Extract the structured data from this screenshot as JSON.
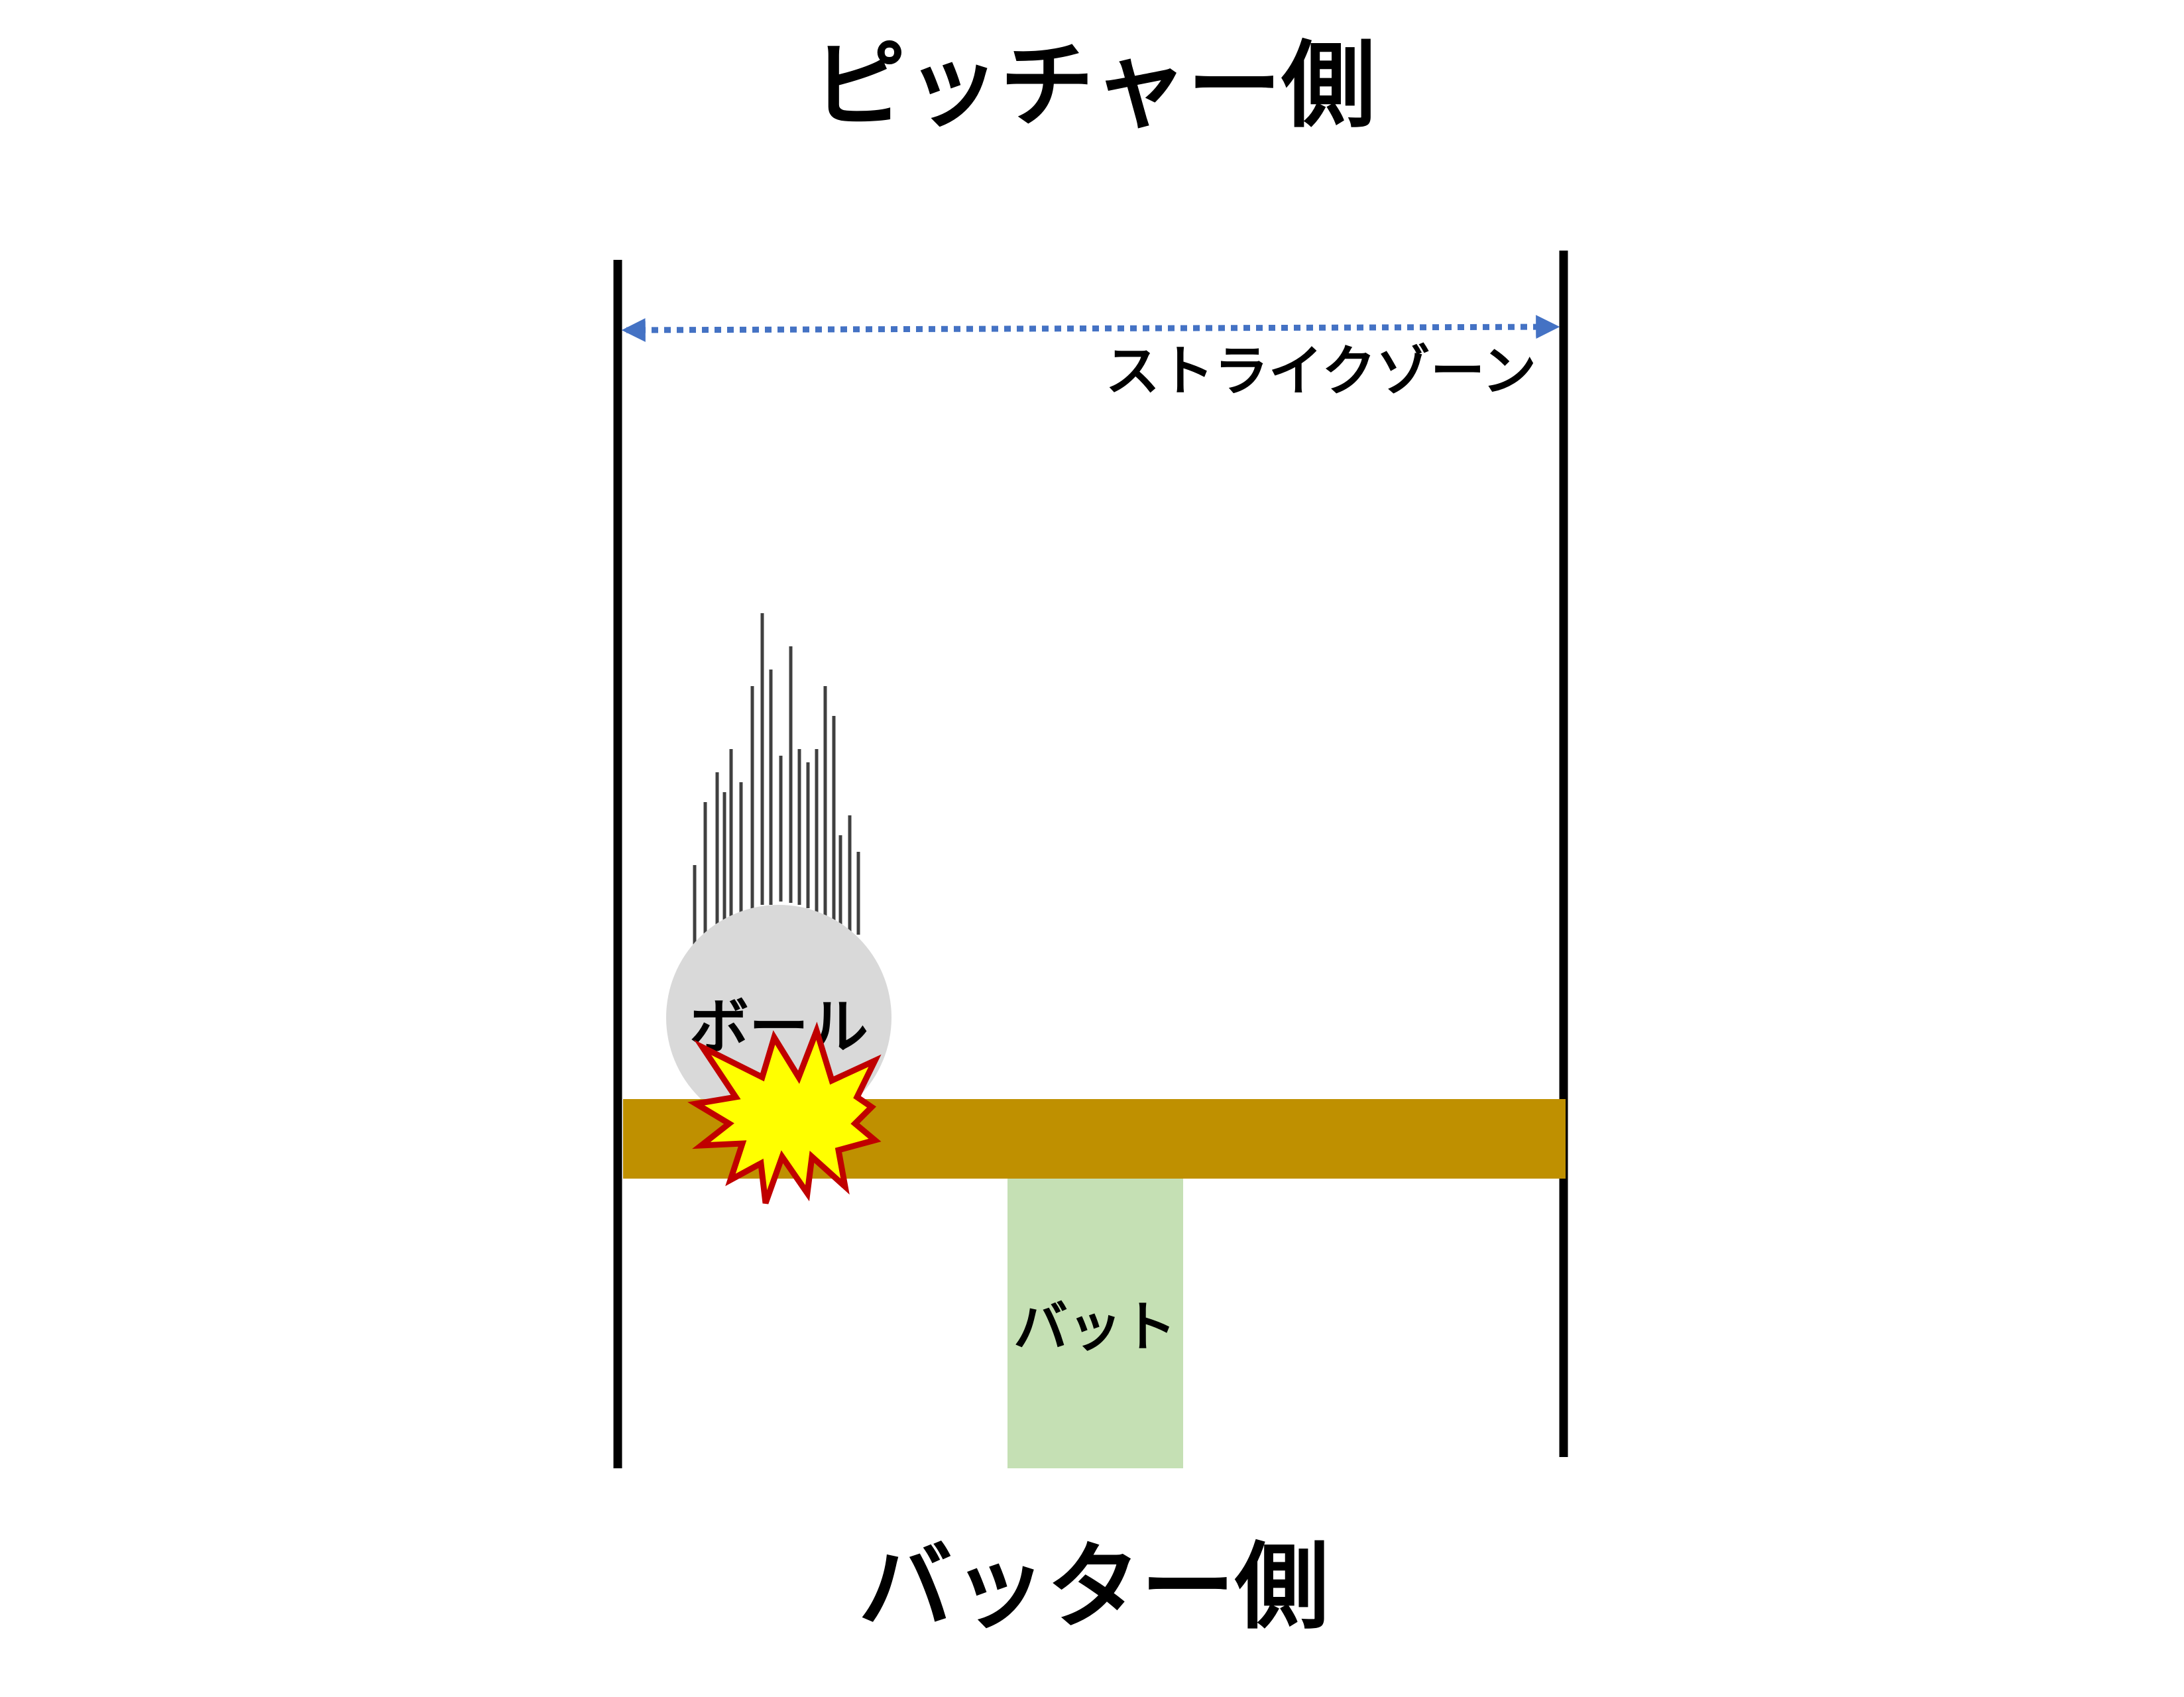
{
  "labels": {
    "top": "ピッチャー側",
    "bottom": "バッター側",
    "strike_zone": "ストライクゾーン",
    "ball": "ボール",
    "bat": "バット"
  },
  "colors": {
    "background": "#ffffff",
    "boundary_line": "#000000",
    "strike_zone_arrow": "#4472c4",
    "bat_barrel": "#bf9000",
    "bat_handle": "#c5e0b4",
    "ball_fill": "#d9d9d9",
    "speed_lines": "#404040",
    "impact_fill": "#ffff00",
    "impact_stroke": "#c00000"
  },
  "icons": {
    "impact": "explosion-burst-icon",
    "arrow": "double-headed-dotted-arrow-icon"
  }
}
